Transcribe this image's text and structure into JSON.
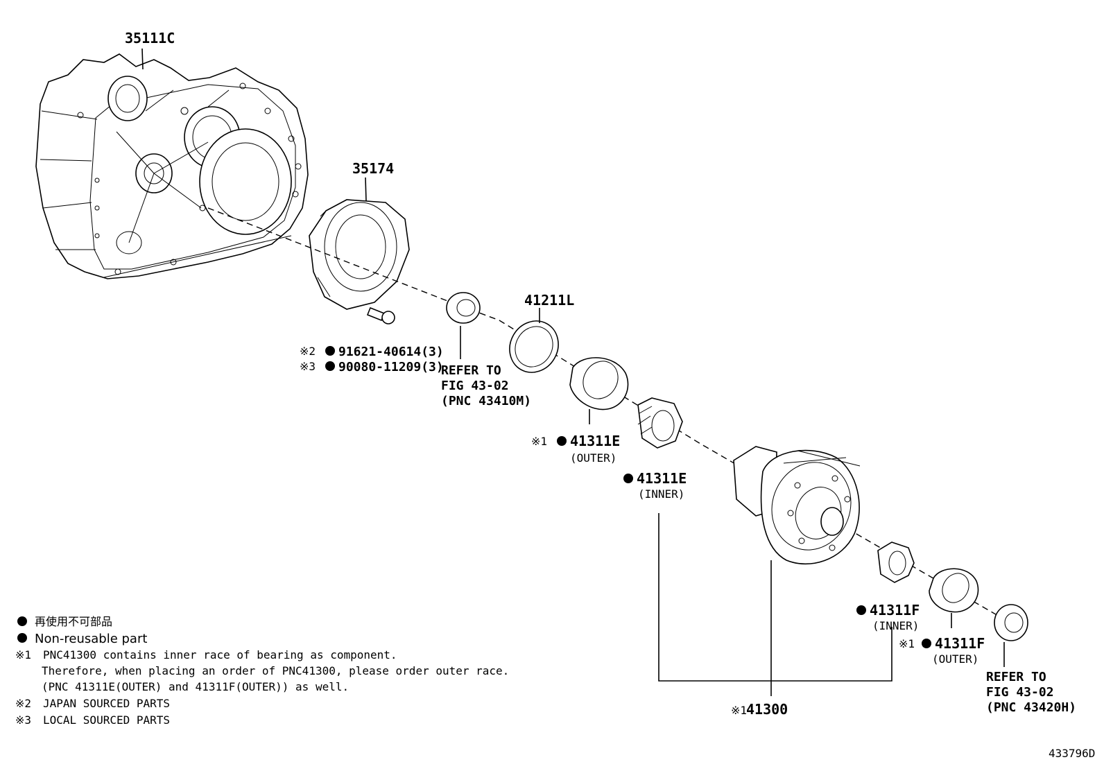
{
  "parts": {
    "case": "35111C",
    "cover": "35174",
    "shim": "41211L",
    "bolt_mark2": "※2",
    "bolt_pn1": "91621-40614(3)",
    "bolt_mark3": "※3",
    "bolt_pn2": "90080-11209(3)",
    "refer_front": {
      "l1": "REFER TO",
      "l2": "FIG 43-02",
      "l3": "(PNC 43410M)"
    },
    "e_outer": {
      "mark": "※1",
      "pn": "41311E",
      "sub": "(OUTER)"
    },
    "e_inner": {
      "pn": "41311E",
      "sub": "(INNER)"
    },
    "f_inner": {
      "pn": "41311F",
      "sub": "(INNER)"
    },
    "f_outer": {
      "mark": "※1",
      "pn": "41311F",
      "sub": "(OUTER)"
    },
    "refer_rear": {
      "l1": "REFER TO",
      "l2": "FIG 43-02",
      "l3": "(PNC 43420H)"
    },
    "assembly": {
      "mark": "※1",
      "pn": "41300"
    }
  },
  "legend": {
    "non_reusable_jp": "再使用不可部品",
    "non_reusable_en": "Non-reusable part",
    "note1_mark": "※1",
    "note1_l1": "PNC41300 contains inner race of bearing as component.",
    "note1_l2": "Therefore, when placing an order of PNC41300, please order outer race.",
    "note1_l3": "(PNC 41311E(OUTER) and 41311F(OUTER)) as well.",
    "note2_mark": "※2",
    "note2": "JAPAN SOURCED PARTS",
    "note3_mark": "※3",
    "note3": "LOCAL SOURCED PARTS"
  },
  "figure_id": "433796D",
  "icons": {
    "bullet": "filled-circle-icon"
  }
}
